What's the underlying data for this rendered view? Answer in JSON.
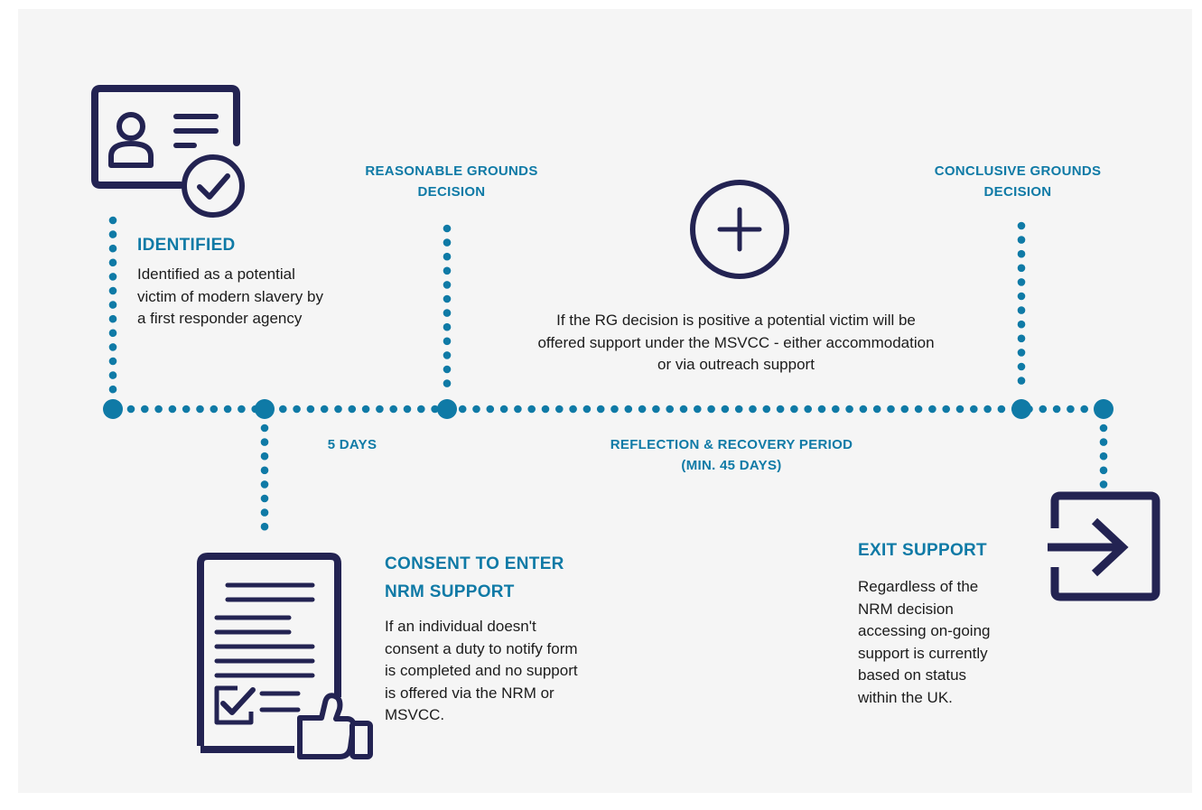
{
  "colors": {
    "navy": "#232352",
    "teal": "#0f7aa6",
    "panel": "#f5f5f5",
    "text": "#1c1c1c"
  },
  "icons": [
    "id-card-check-icon",
    "plus-circle-icon",
    "document-thumbs-up-icon",
    "exit-arrow-icon"
  ],
  "steps": {
    "identified": {
      "title": "IDENTIFIED",
      "body_lines": [
        "Identified as a potential",
        "victim of modern slavery by",
        "a first responder agency"
      ]
    },
    "reasonable_grounds": {
      "label_lines": [
        "REASONABLE GROUNDS",
        "DECISION"
      ]
    },
    "support_note": {
      "lines": [
        "If the RG decision is positive a potential victim will be",
        "offered support under the MSVCC - either accommodation",
        "or via outreach support"
      ]
    },
    "conclusive_grounds": {
      "label_lines": [
        "CONCLUSIVE GROUNDS",
        "DECISION"
      ]
    },
    "consent": {
      "title_lines": [
        "CONSENT TO ENTER",
        "NRM SUPPORT"
      ],
      "body_lines": [
        "If an individual doesn't",
        "consent a duty to notify form",
        "is completed and no support",
        "is offered via the NRM or",
        "MSVCC."
      ]
    },
    "exit": {
      "title": "EXIT SUPPORT",
      "body_lines": [
        "Regardless of the",
        "NRM decision",
        "accessing on-going",
        "support is currently",
        "based on status",
        "within the UK."
      ]
    }
  },
  "periods": {
    "five_days": "5 DAYS",
    "reflection_lines": [
      "REFLECTION & RECOVERY PERIOD",
      "(MIN. 45 DAYS)"
    ]
  }
}
